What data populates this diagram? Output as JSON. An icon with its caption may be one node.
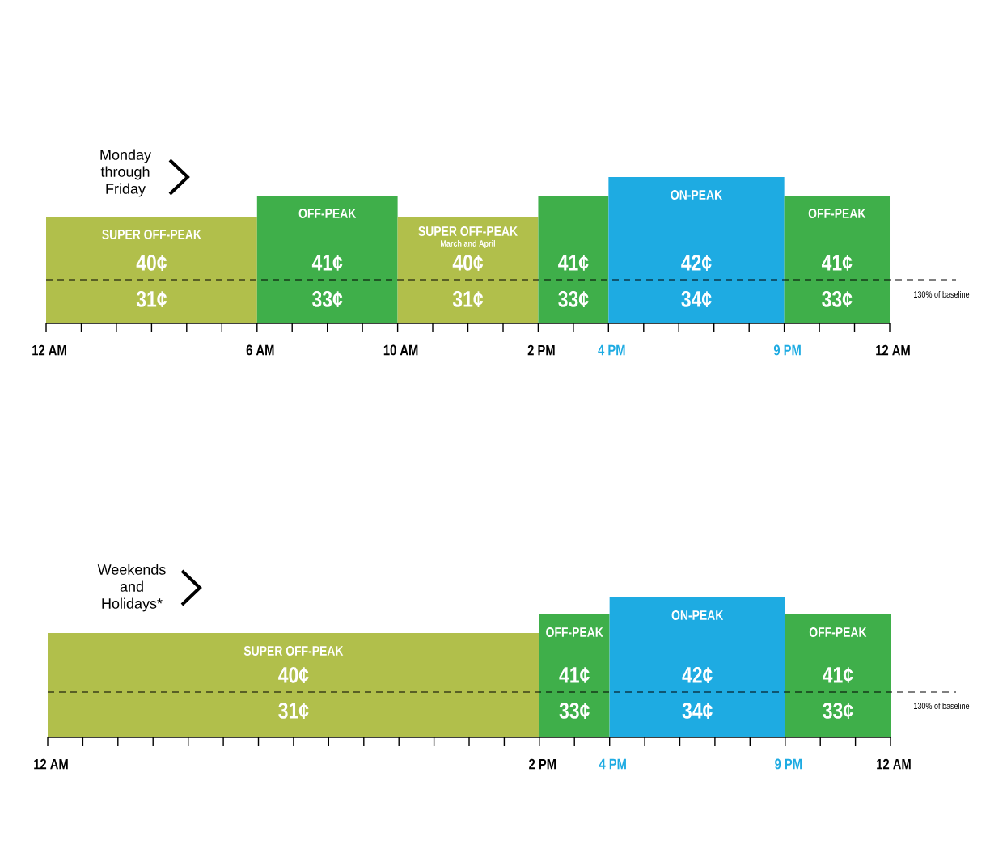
{
  "diagram": {
    "nodes": [
      {
        "text": [
          "SUPER OFF-PEAK",
          "40¢",
          "31¢"
        ]
      },
      {
        "text": [
          "OFF-PEAK",
          "41¢",
          "33¢"
        ]
      },
      {
        "text": [
          "SUPER OFF-PEAK",
          "March and April",
          "40¢",
          "31¢"
        ]
      },
      {
        "text": [
          "41¢",
          "33¢"
        ]
      },
      {
        "text": [
          "ON-PEAK",
          "42¢",
          "34¢"
        ]
      },
      {
        "text": [
          "OFF-PEAK",
          "41¢",
          "33¢"
        ]
      },
      {
        "text": [
          "SUPER OFF-PEAK",
          "40¢",
          "31¢"
        ]
      },
      {
        "text": [
          "OFF-PEAK",
          "41¢",
          "33¢"
        ]
      },
      {
        "text": [
          "ON-PEAK",
          "42¢",
          "34¢"
        ]
      },
      {
        "text": [
          "OFF-PEAK",
          "41¢",
          "33¢"
        ]
      }
    ],
    "edges": [],
    "labels": [
      "Monday through Friday",
      "130% of baseline",
      "12 AM",
      "6 AM",
      "10 AM",
      "2 PM",
      "4 PM",
      "9 PM",
      "12 AM",
      "Weekends and Holidays*",
      "130% of baseline",
      "12 AM",
      "2 PM",
      "4 PM",
      "9 PM",
      "12 AM"
    ]
  }
}
